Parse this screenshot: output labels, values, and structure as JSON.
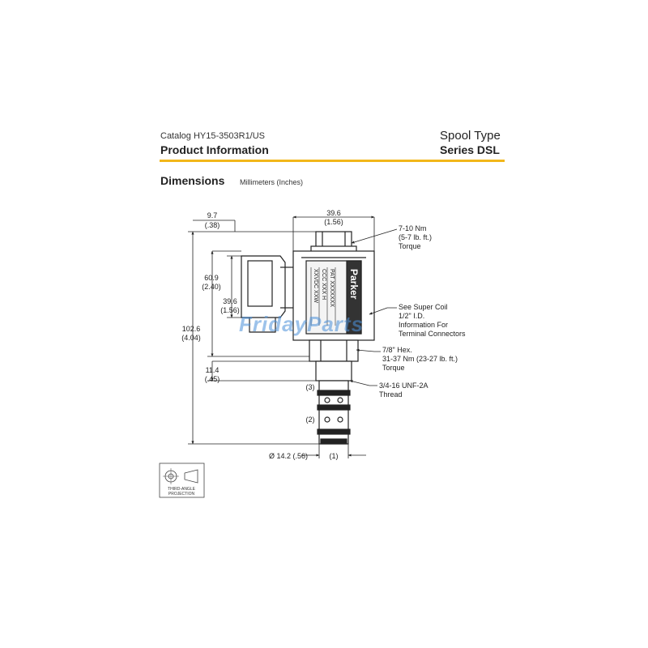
{
  "header": {
    "catalog": "Catalog HY15-3503R1/US",
    "product_info": "Product Information",
    "spool_type": "Spool Type",
    "series": "Series DSL",
    "accent_color": "#f2b71a"
  },
  "section": {
    "title": "Dimensions",
    "units": "Millimeters (Inches)"
  },
  "dimensions": {
    "width_mm": "39.6",
    "width_in": "(1.56)",
    "top_mm": "9.7",
    "top_in": "(.38)",
    "coil_mm": "60.9",
    "coil_in": "(2.40)",
    "coil_inner_mm": "39.6",
    "coil_inner_in": "(1.56)",
    "overall_mm": "102.6",
    "overall_in": "(4.04)",
    "hex_mm": "11.4",
    "hex_in": "(.45)",
    "diameter": "Ø 14.2 (.56)"
  },
  "callouts": {
    "torque_top": [
      "7-10 Nm",
      "(5-7 lb. ft.)",
      "Torque"
    ],
    "coil": [
      "See Super Coil",
      "1/2\" I.D.",
      "Information For",
      "Terminal Connectors"
    ],
    "hex": [
      "7/8\" Hex.",
      "31-37 Nm (23-27 lb. ft.)",
      "Torque"
    ],
    "thread": [
      "3/4-16 UNF-2A",
      "Thread"
    ]
  },
  "ports": {
    "p3": "(3)",
    "p2": "(2)",
    "p1": "(1)"
  },
  "coil_label": {
    "brand": "Parker",
    "line1": "XXVDC XXW",
    "line2": "CCC XXX H",
    "line3": "PAT XXXXXXX"
  },
  "projection": {
    "line1": "THIRD-ANGLE",
    "line2": "PROJECTION"
  },
  "watermark": "FridayParts"
}
